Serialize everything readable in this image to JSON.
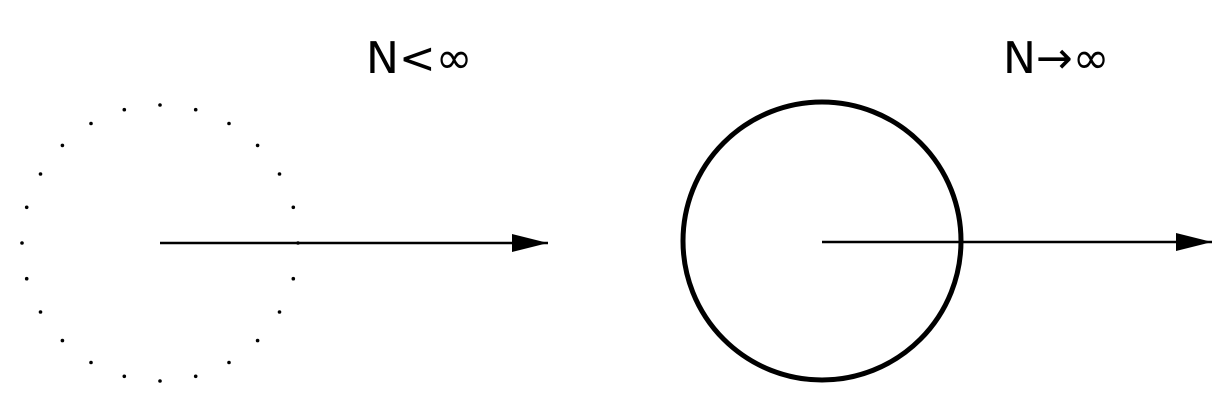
{
  "panels": [
    {
      "label": "N<∞",
      "circle_style": "dotted",
      "dot_count": 24
    },
    {
      "label": "N→∞",
      "circle_style": "solid"
    }
  ],
  "colors": {
    "ink": "#000000",
    "background": "#ffffff"
  }
}
